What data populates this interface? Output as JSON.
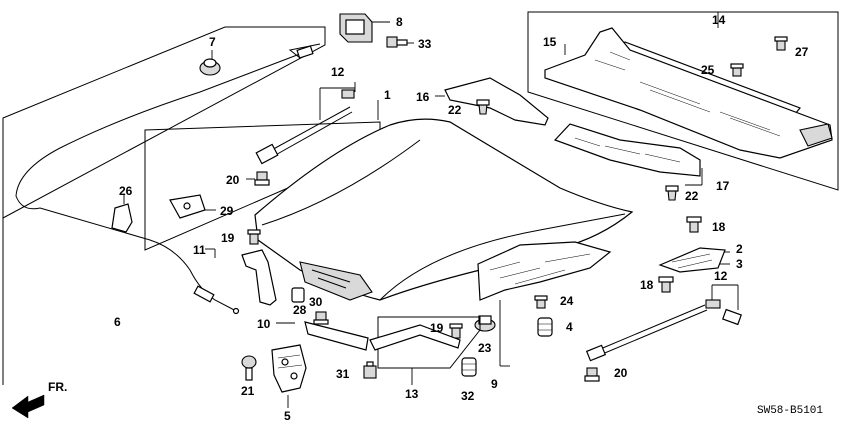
{
  "diagram": {
    "callouts": [
      {
        "id": "c1",
        "text": "1"
      },
      {
        "id": "c2",
        "text": "2"
      },
      {
        "id": "c3",
        "text": "3"
      },
      {
        "id": "c4",
        "text": "4"
      },
      {
        "id": "c5",
        "text": "5"
      },
      {
        "id": "c6",
        "text": "6"
      },
      {
        "id": "c7",
        "text": "7"
      },
      {
        "id": "c8",
        "text": "8"
      },
      {
        "id": "c9",
        "text": "9"
      },
      {
        "id": "c10",
        "text": "10"
      },
      {
        "id": "c11",
        "text": "11"
      },
      {
        "id": "c12a",
        "text": "12"
      },
      {
        "id": "c12b",
        "text": "12"
      },
      {
        "id": "c13",
        "text": "13"
      },
      {
        "id": "c14",
        "text": "14"
      },
      {
        "id": "c15",
        "text": "15"
      },
      {
        "id": "c16",
        "text": "16"
      },
      {
        "id": "c17",
        "text": "17"
      },
      {
        "id": "c18a",
        "text": "18"
      },
      {
        "id": "c18b",
        "text": "18"
      },
      {
        "id": "c19a",
        "text": "19"
      },
      {
        "id": "c19b",
        "text": "19"
      },
      {
        "id": "c20a",
        "text": "20"
      },
      {
        "id": "c20b",
        "text": "20"
      },
      {
        "id": "c21",
        "text": "21"
      },
      {
        "id": "c22a",
        "text": "22"
      },
      {
        "id": "c22b",
        "text": "22"
      },
      {
        "id": "c23",
        "text": "23"
      },
      {
        "id": "c24",
        "text": "24"
      },
      {
        "id": "c25",
        "text": "25"
      },
      {
        "id": "c26",
        "text": "26"
      },
      {
        "id": "c27",
        "text": "27"
      },
      {
        "id": "c28",
        "text": "28"
      },
      {
        "id": "c29",
        "text": "29"
      },
      {
        "id": "c30",
        "text": "30"
      },
      {
        "id": "c31",
        "text": "31"
      },
      {
        "id": "c32",
        "text": "32"
      },
      {
        "id": "c33",
        "text": "33"
      }
    ],
    "direction_label": "FR.",
    "diagram_code": "SW58-B5101"
  }
}
